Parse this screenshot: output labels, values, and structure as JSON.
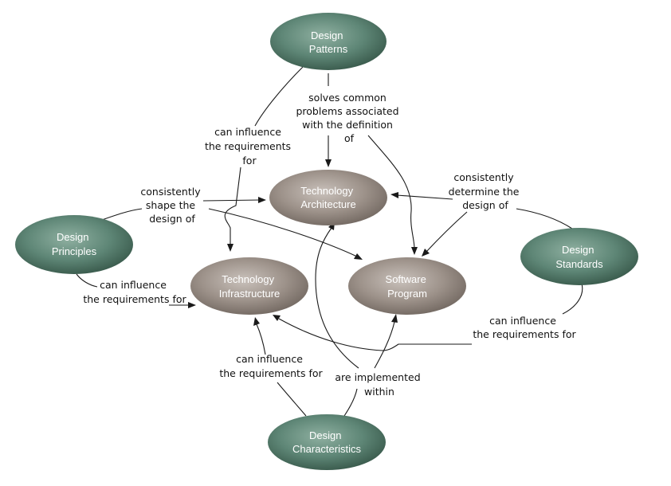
{
  "nodes": {
    "design_patterns": [
      "Design",
      "Patterns"
    ],
    "technology_architecture": [
      "Technology",
      "Architecture"
    ],
    "design_principles": [
      "Design",
      "Principles"
    ],
    "technology_infrastructure": [
      "Technology",
      "Infrastructure"
    ],
    "software_program": [
      "Software",
      "Program"
    ],
    "design_standards": [
      "Design",
      "Standards"
    ],
    "design_characteristics": [
      "Design",
      "Characteristics"
    ]
  },
  "edge_labels": {
    "patterns_solve": [
      "solves common",
      "problems associated",
      "with the definition",
      "of"
    ],
    "patterns_influence": [
      "can influence",
      "the requirements",
      "for"
    ],
    "principles_shape": [
      "consistently",
      "shape the",
      "design of"
    ],
    "principles_influence": [
      "can influence",
      "the requirements for"
    ],
    "standards_determine": [
      "consistently",
      "determine the",
      "design of"
    ],
    "standards_influence": [
      "can influence",
      "the requirements for"
    ],
    "characteristics_influence": [
      "can influence",
      "the requirements for"
    ],
    "characteristics_implemented": [
      "are implemented",
      "within"
    ]
  },
  "colors": {
    "green_node": "#56806f",
    "gray_node": "#9b9088",
    "node_text": "#ffffff",
    "line": "#1a1a1a"
  }
}
